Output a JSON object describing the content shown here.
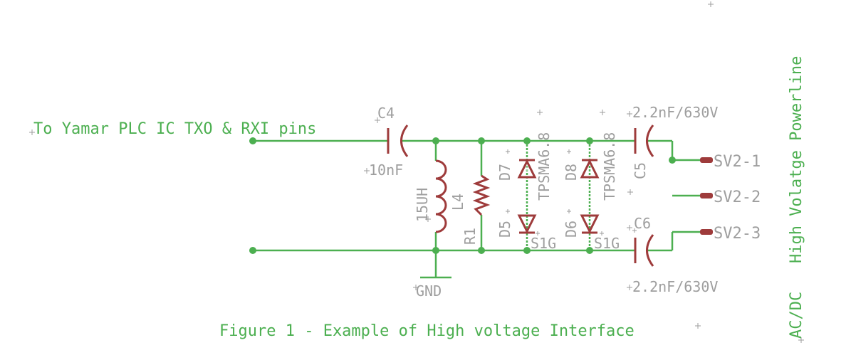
{
  "schematic": {
    "input_label": "To Yamar PLC IC TXO & RXI pins",
    "caption": "Figure 1 - Example of High voltage Interface",
    "side_label": "AC/DC   High Volatge Powerline",
    "gnd_label": "GND",
    "components": {
      "c4_name": "C4",
      "c4_value": "10nF",
      "l4_name": "L4",
      "l4_value": "15UH",
      "r1_name": "R1",
      "d7_name": "D7",
      "d8_name": "D8",
      "tvs_value_a": "TPSMA6.8",
      "tvs_value_b": "TPSMA6.8",
      "d5_name": "D5",
      "d6_name": "D6",
      "s1g_a": "S1G",
      "s1g_b": "S1G",
      "c5_name": "C5",
      "c5_value": "2.2nF/630V",
      "c6_name": "C6",
      "c6_value": "2.2nF/630V"
    },
    "connector": {
      "pin1": "SV2-1",
      "pin2": "SV2-2",
      "pin3": "SV2-3"
    },
    "colors": {
      "net": "#4caf50",
      "part": "#9e3b3b",
      "label": "#9e9e9e",
      "background": "#ffffff"
    }
  }
}
